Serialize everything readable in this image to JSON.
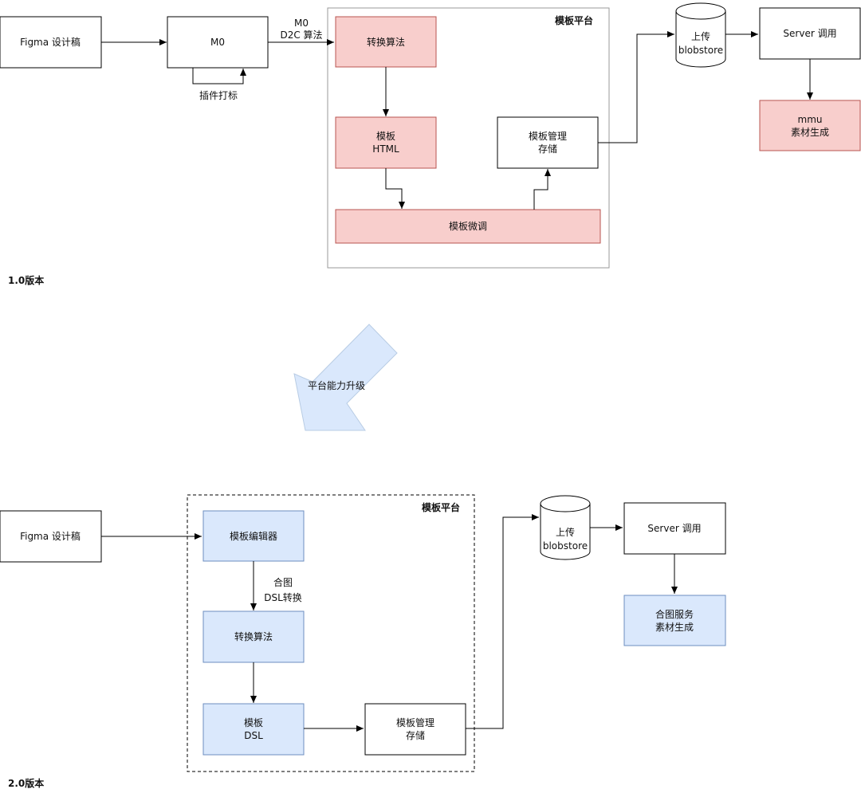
{
  "colors": {
    "pink": "#f8cecc",
    "blue": "#dae8fc",
    "blue_border": "#6c8ebf",
    "white": "#ffffff",
    "stroke": "#000000",
    "container_border": "#999999",
    "big_arrow_fill": "#dae8fc"
  },
  "v1": {
    "version_label": "1.0版本",
    "platform_title": "模板平台",
    "figma": "Figma 设计稿",
    "m0": "M0",
    "plugin_label": "插件打标",
    "edge_label_line1": "M0",
    "edge_label_line2": "D2C 算法",
    "convert": "转换算法",
    "tpl_html_line1": "模板",
    "tpl_html_line2": "HTML",
    "tpl_mgmt_line1": "模板管理",
    "tpl_mgmt_line2": "存储",
    "fine_tune": "模板微调",
    "upload_line1": "上传",
    "upload_line2": "blobstore",
    "server": "Server 调用",
    "mmu_line1": "mmu",
    "mmu_line2": "素材生成"
  },
  "upgrade_label": "平台能力升级",
  "v2": {
    "version_label": "2.0版本",
    "platform_title": "模板平台",
    "figma": "Figma 设计稿",
    "editor": "模板编辑器",
    "edge_label_line1": "合图",
    "edge_label_line2": "DSL转换",
    "convert": "转换算法",
    "tpl_dsl_line1": "模板",
    "tpl_dsl_line2": "DSL",
    "tpl_mgmt_line1": "模板管理",
    "tpl_mgmt_line2": "存储",
    "upload_line1": "上传",
    "upload_line2": "blobstore",
    "server": "Server 调用",
    "compose_line1": "合图服务",
    "compose_line2": "素材生成"
  }
}
